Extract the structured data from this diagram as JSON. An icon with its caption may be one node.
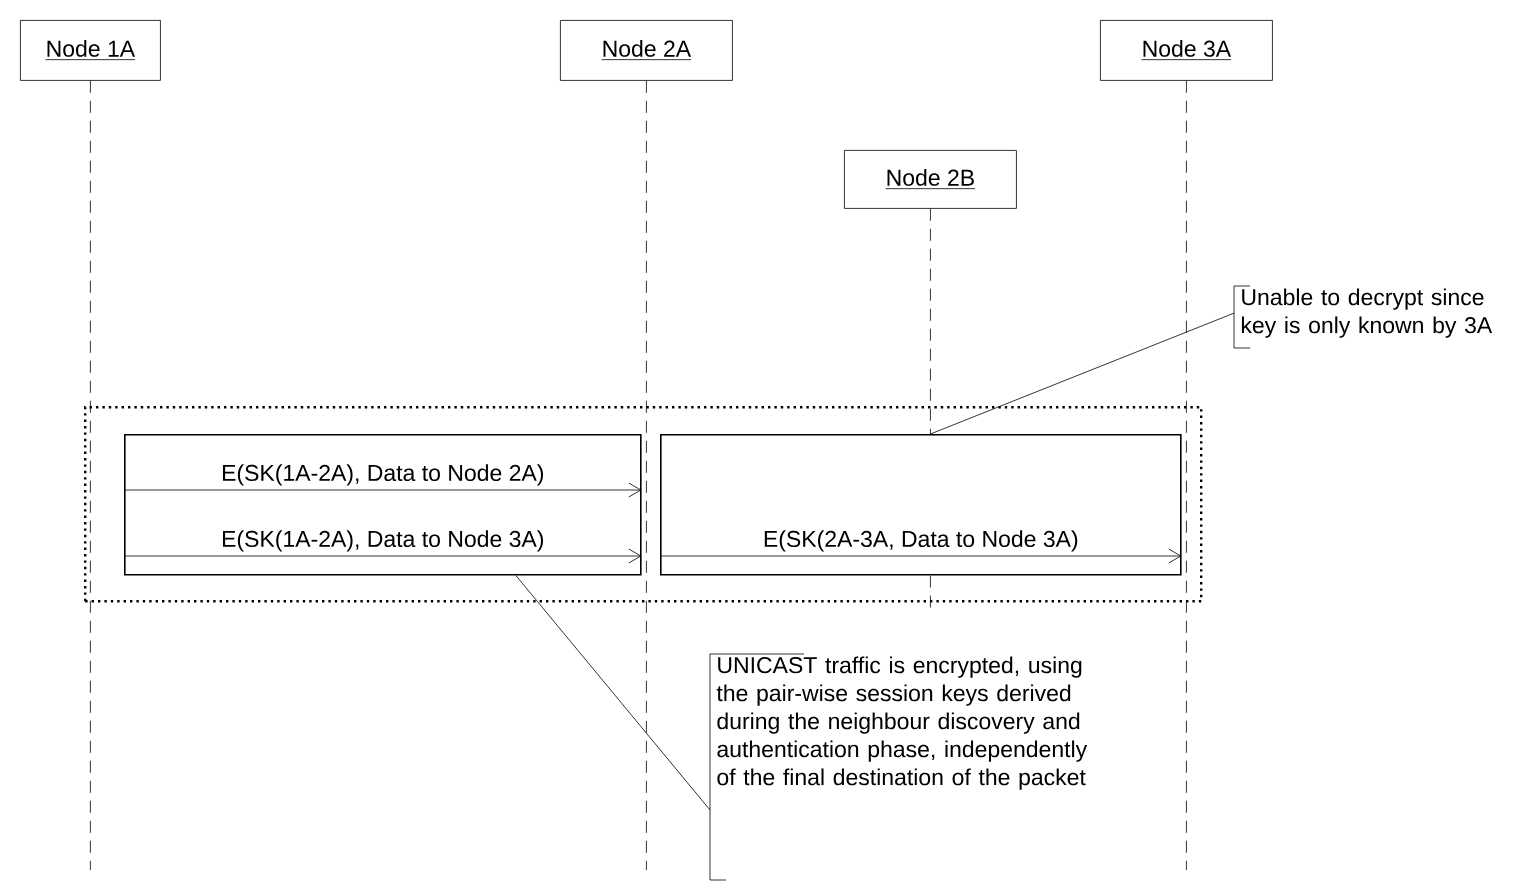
{
  "diagram": {
    "nodes": [
      {
        "text": [
          "Node 1A"
        ]
      },
      {
        "text": [
          "Node 2A"
        ]
      },
      {
        "text": [
          "Node 3A"
        ]
      },
      {
        "text": [
          "Node 2B"
        ]
      },
      {
        "text": [],
        "shape": "box"
      },
      {
        "text": [],
        "shape": "box",
        "in": 4
      },
      {
        "text": [],
        "shape": "box",
        "in": 4
      },
      {
        "text": [
          "Unable to decrypt since key is only known by 3A"
        ]
      },
      {
        "text": [
          "UNICAST traffic is encrypted, using the pair-wise session keys derived during the neighbour discovery and authentication phase, independently of the final destination of the packet"
        ]
      }
    ],
    "edges": [
      {
        "from": null,
        "to": 5,
        "arrow": "to",
        "label": "E(SK(1A-2A), Data to Node 2A)"
      },
      {
        "from": null,
        "to": 5,
        "arrow": "to",
        "label": "E(SK(1A-2A), Data to Node 3A)"
      },
      {
        "from": null,
        "to": 6,
        "arrow": "to",
        "label": "E(SK(2A-3A, Data to Node 3A)"
      },
      {
        "from": 7,
        "to": 6,
        "arrow": "none"
      },
      {
        "from": 8,
        "to": 5,
        "arrow": "none"
      },
      {
        "from": 0,
        "to": null,
        "arrow": "none",
        "style": "dashed"
      },
      {
        "from": 1,
        "to": null,
        "arrow": "none",
        "style": "dashed"
      },
      {
        "from": 2,
        "to": null,
        "arrow": "none",
        "style": "dashed"
      },
      {
        "from": 3,
        "to": 6,
        "arrow": "none",
        "style": "dashed"
      }
    ]
  }
}
